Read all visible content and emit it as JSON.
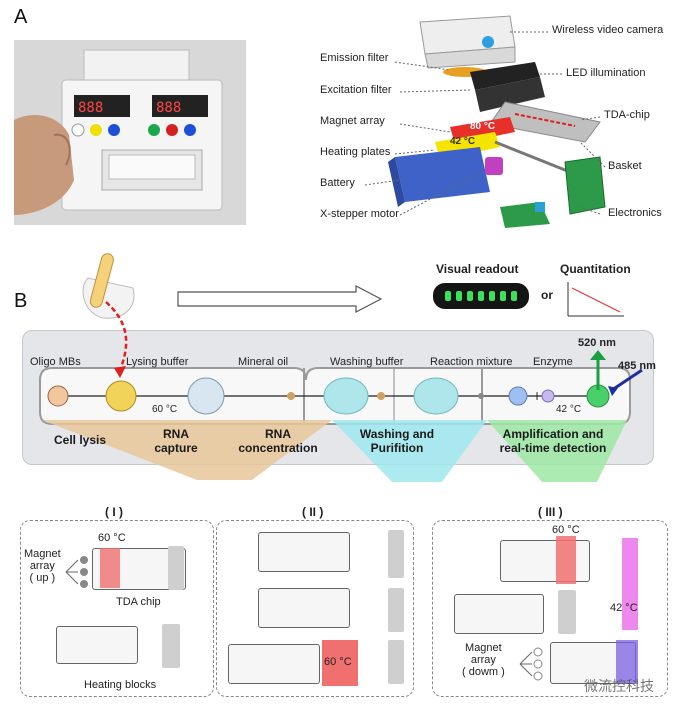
{
  "panel_a": {
    "letter": "A",
    "labels_left": [
      "Emission filter",
      "Excitation filter",
      "Magnet array",
      "Heating plates",
      "Battery",
      "X-stepper motor"
    ],
    "labels_right": [
      "Wireless video camera",
      "LED illumination",
      "TDA-chip",
      "Basket",
      "Electronics"
    ],
    "plate_hot": "80 °C",
    "plate_warm": "42 °C"
  },
  "panel_b": {
    "letter": "B",
    "visual_readout": "Visual readout",
    "or": "or",
    "quantitation": "Quantitation",
    "wavelength_emit": "520 nm",
    "wavelength_excite": "485 nm",
    "top_labels": [
      "Oligo MBs",
      "Lysing buffer",
      "Mineral oil",
      "Washing buffer",
      "Reaction mixture",
      "Enzyme"
    ],
    "temp_lysis": "60 °C",
    "temp_amp": "42 °C",
    "steps": [
      "Cell lysis",
      "RNA\ncapture",
      "RNA\nconcentration",
      "Washing and\nPurifition",
      "Amplification and\nreal-time detection"
    ],
    "sub_panels": {
      "one": {
        "title": "( I )",
        "temp": "60 °C",
        "magnet": "Magnet\narray\n( up )",
        "chip": "TDA chip",
        "heating": "Heating blocks"
      },
      "two": {
        "title": "( II )",
        "temp": "60 °C"
      },
      "three": {
        "title": "( III )",
        "temp_top": "60 °C",
        "temp_side": "42 °C",
        "magnet": "Magnet\narray\n( dowm )"
      }
    },
    "watermark": "微流控科技"
  },
  "colors": {
    "red_plate": "#e8302b",
    "yellow_plate": "#f5e400",
    "orange_flow": "#e8c79a",
    "cyan_flow": "#9fe7ef",
    "green_flow": "#9ee8a5",
    "hot_block": "#f07070",
    "pink_block": "#ee88ee",
    "led_green": "#3de05a"
  }
}
